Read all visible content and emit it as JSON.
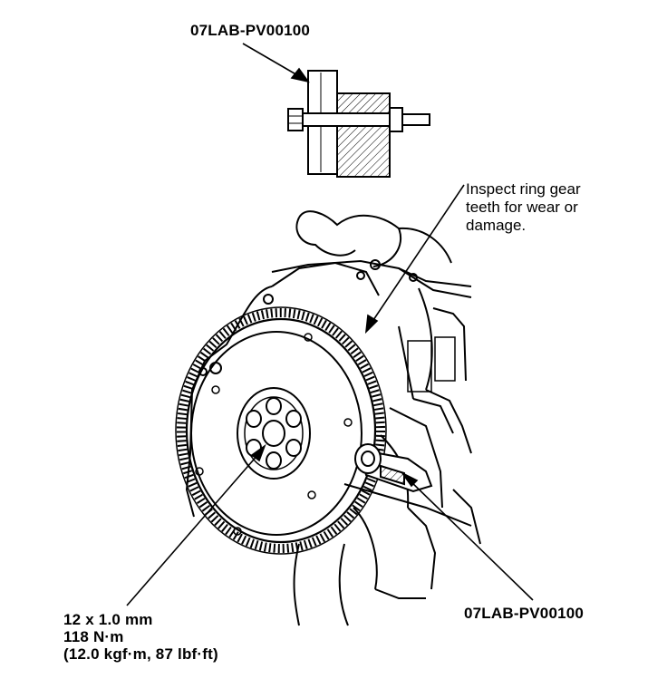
{
  "labels": {
    "tool_top": "07LAB-PV00100",
    "tool_bottom": "07LAB-PV00100",
    "inspect_line1": "Inspect ring gear",
    "inspect_line2": "teeth for wear or",
    "inspect_line3": "damage.",
    "bolt_size": "12 x 1.0 mm",
    "torque_nm": "118 N·m",
    "torque_alt": "(12.0 kgf·m, 87 lbf·ft)"
  },
  "colors": {
    "ink": "#000000",
    "paper": "#ffffff"
  }
}
